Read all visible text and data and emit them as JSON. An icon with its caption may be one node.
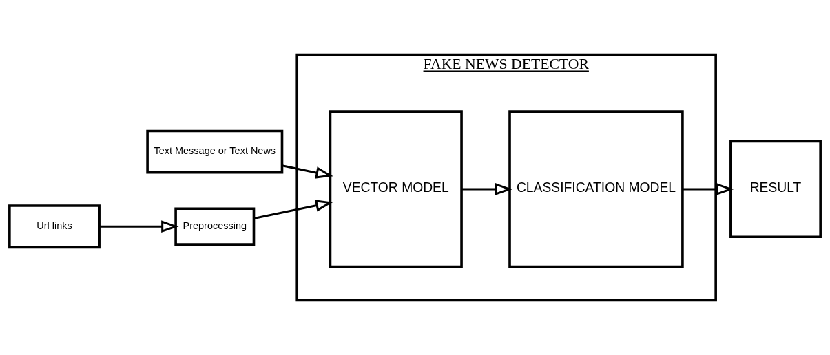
{
  "diagram": {
    "nodes": [
      {
        "text": [
          "FAKE NEWS DETECTOR"
        ]
      },
      {
        "text": [
          "Text Message or Text News"
        ]
      },
      {
        "text": [
          "Url links"
        ]
      },
      {
        "text": [
          "Preprocessing"
        ]
      },
      {
        "text": [
          "VECTOR MODEL"
        ],
        "in": 0
      },
      {
        "text": [
          "CLASSIFICATION MODEL"
        ],
        "in": 0
      },
      {
        "text": [
          "RESULT"
        ]
      }
    ],
    "edges": [
      {
        "from": 1,
        "to": 4,
        "arrow": "to"
      },
      {
        "from": 2,
        "to": 3,
        "arrow": "to"
      },
      {
        "from": 3,
        "to": 4,
        "arrow": "to"
      },
      {
        "from": 4,
        "to": 5,
        "arrow": "to"
      },
      {
        "from": 5,
        "to": 6,
        "arrow": "to"
      }
    ]
  }
}
